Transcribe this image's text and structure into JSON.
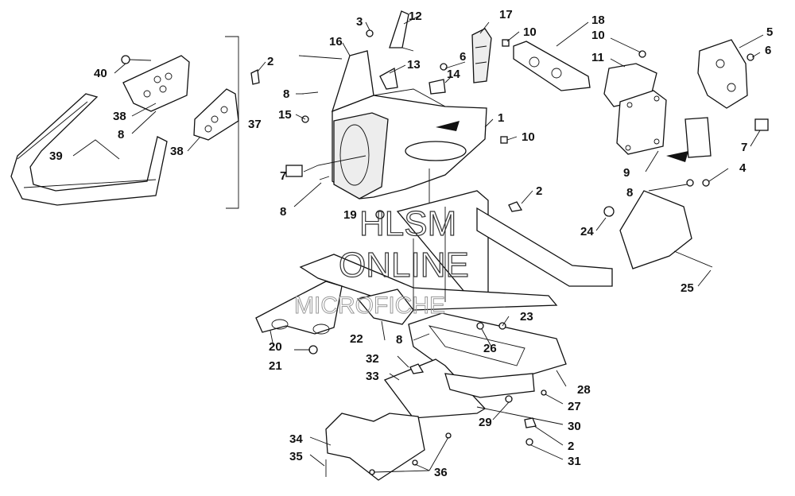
{
  "callouts": [
    {
      "id": "c1",
      "text": "1"
    },
    {
      "id": "c2a",
      "text": "2"
    },
    {
      "id": "c2b",
      "text": "2"
    },
    {
      "id": "c2c",
      "text": "2"
    },
    {
      "id": "c3",
      "text": "3"
    },
    {
      "id": "c4",
      "text": "4"
    },
    {
      "id": "c5",
      "text": "5"
    },
    {
      "id": "c6a",
      "text": "6"
    },
    {
      "id": "c6b",
      "text": "6"
    },
    {
      "id": "c7a",
      "text": "7"
    },
    {
      "id": "c7b",
      "text": "7"
    },
    {
      "id": "c8a",
      "text": "8"
    },
    {
      "id": "c8b",
      "text": "8"
    },
    {
      "id": "c8c",
      "text": "8"
    },
    {
      "id": "c8d",
      "text": "8"
    },
    {
      "id": "c8e",
      "text": "8"
    },
    {
      "id": "c9",
      "text": "9"
    },
    {
      "id": "c10a",
      "text": "10"
    },
    {
      "id": "c10b",
      "text": "10"
    },
    {
      "id": "c10c",
      "text": "10"
    },
    {
      "id": "c11",
      "text": "11"
    },
    {
      "id": "c12",
      "text": "12"
    },
    {
      "id": "c13",
      "text": "13"
    },
    {
      "id": "c14",
      "text": "14"
    },
    {
      "id": "c15",
      "text": "15"
    },
    {
      "id": "c16",
      "text": "16"
    },
    {
      "id": "c17",
      "text": "17"
    },
    {
      "id": "c18",
      "text": "18"
    },
    {
      "id": "c19",
      "text": "19"
    },
    {
      "id": "c20",
      "text": "20"
    },
    {
      "id": "c21",
      "text": "21"
    },
    {
      "id": "c22",
      "text": "22"
    },
    {
      "id": "c23",
      "text": "23"
    },
    {
      "id": "c24",
      "text": "24"
    },
    {
      "id": "c25",
      "text": "25"
    },
    {
      "id": "c26",
      "text": "26"
    },
    {
      "id": "c27",
      "text": "27"
    },
    {
      "id": "c28",
      "text": "28"
    },
    {
      "id": "c29",
      "text": "29"
    },
    {
      "id": "c30",
      "text": "30"
    },
    {
      "id": "c31",
      "text": "31"
    },
    {
      "id": "c32",
      "text": "32"
    },
    {
      "id": "c33",
      "text": "33"
    },
    {
      "id": "c34",
      "text": "34"
    },
    {
      "id": "c35",
      "text": "35"
    },
    {
      "id": "c36",
      "text": "36"
    },
    {
      "id": "c37",
      "text": "37"
    },
    {
      "id": "c38a",
      "text": "38"
    },
    {
      "id": "c38b",
      "text": "38"
    },
    {
      "id": "c39",
      "text": "39"
    },
    {
      "id": "c40",
      "text": "40"
    }
  ],
  "watermark": {
    "line1": "HLSM",
    "line2": "ONLINE",
    "line3": "MICROFICHE"
  },
  "colors": {
    "ink": "#111111",
    "paper": "#ffffff",
    "watermark": "#999999"
  }
}
